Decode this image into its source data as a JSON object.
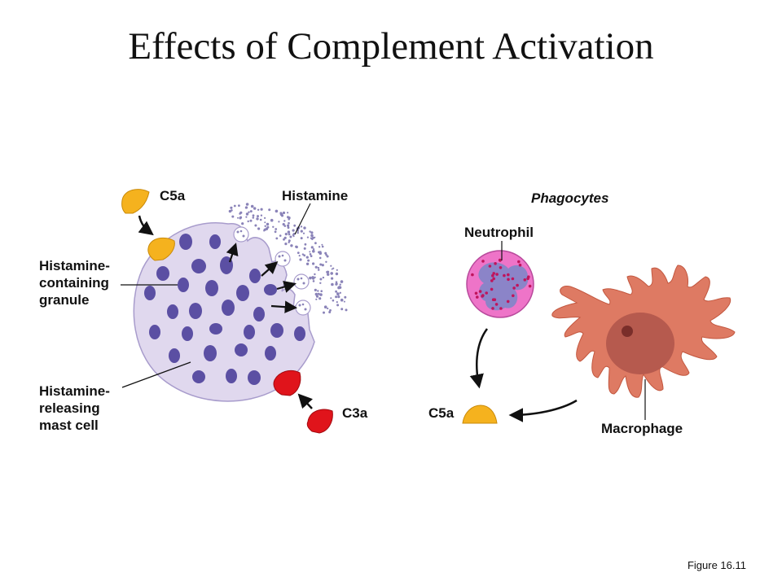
{
  "title": "Effects of Complement Activation",
  "figure_label": "Figure 16.11",
  "left_panel": {
    "c5a_label": "C5a",
    "histamine_label": "Histamine",
    "granule_label": [
      "Histamine-",
      "containing",
      "granule"
    ],
    "mast_cell_label": [
      "Histamine-",
      "releasing",
      "mast cell"
    ],
    "c3a_label": "C3a"
  },
  "right_panel": {
    "phagocytes_label": "Phagocytes",
    "neutrophil_label": "Neutrophil",
    "macrophage_label": "Macrophage",
    "c5a_label": "C5a"
  },
  "colors": {
    "mast_cell_fill": "#e0d8ee",
    "granule": "#5b4fa3",
    "c5a": "#f5b21e",
    "c3a": "#e0141b",
    "neutrophil": "#ee74c8",
    "neutrophil_nucleus": "#8b84c8",
    "macrophage": "#de7a63",
    "macrophage_nucleus": "#b65a4e"
  }
}
